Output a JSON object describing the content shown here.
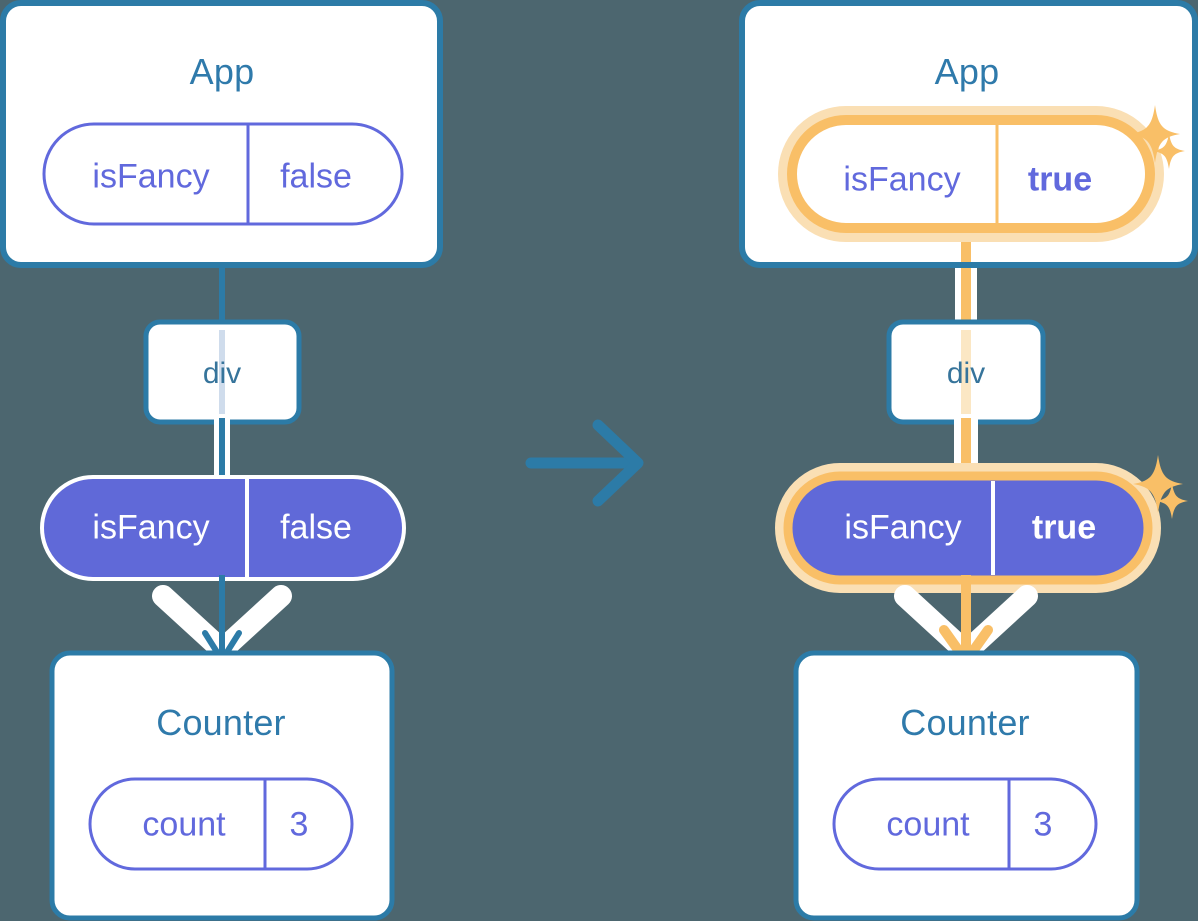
{
  "diagram": {
    "title_semantic": "react-state-propagation-before-after",
    "transition_arrow": "arrow-right-icon",
    "colors": {
      "background": "#4c666f",
      "box_border_blue": "#2c7ba7",
      "box_fill_white": "#ffffff",
      "title_blue": "#2f7aab",
      "purple": "#6169dd",
      "purple_fill": "#6069d8",
      "highlight_orange": "#f9bf67",
      "highlight_orange_glow": "#fadfb4",
      "connector_blue": "#2c7ba7",
      "connector_blue_faded": "#cfdcec",
      "connector_orange_faded": "#fbe7c4",
      "white_arrow": "#ffffff"
    }
  },
  "before": {
    "app": {
      "title": "App",
      "state_pill": {
        "name": "isFancy",
        "value": "false",
        "highlighted": false
      }
    },
    "div": {
      "label": "div"
    },
    "props_pill": {
      "name": "isFancy",
      "value": "false",
      "highlighted": false
    },
    "counter": {
      "title": "Counter",
      "state_pill": {
        "name": "count",
        "value": "3",
        "highlighted": false
      }
    }
  },
  "after": {
    "app": {
      "title": "App",
      "state_pill": {
        "name": "isFancy",
        "value": "true",
        "highlighted": true
      },
      "sparkles": [
        "sparkle-large-icon",
        "sparkle-small-icon"
      ]
    },
    "div": {
      "label": "div"
    },
    "props_pill": {
      "name": "isFancy",
      "value": "true",
      "highlighted": true
    },
    "counter": {
      "title": "Counter",
      "state_pill": {
        "name": "count",
        "value": "3",
        "highlighted": false
      }
    }
  }
}
